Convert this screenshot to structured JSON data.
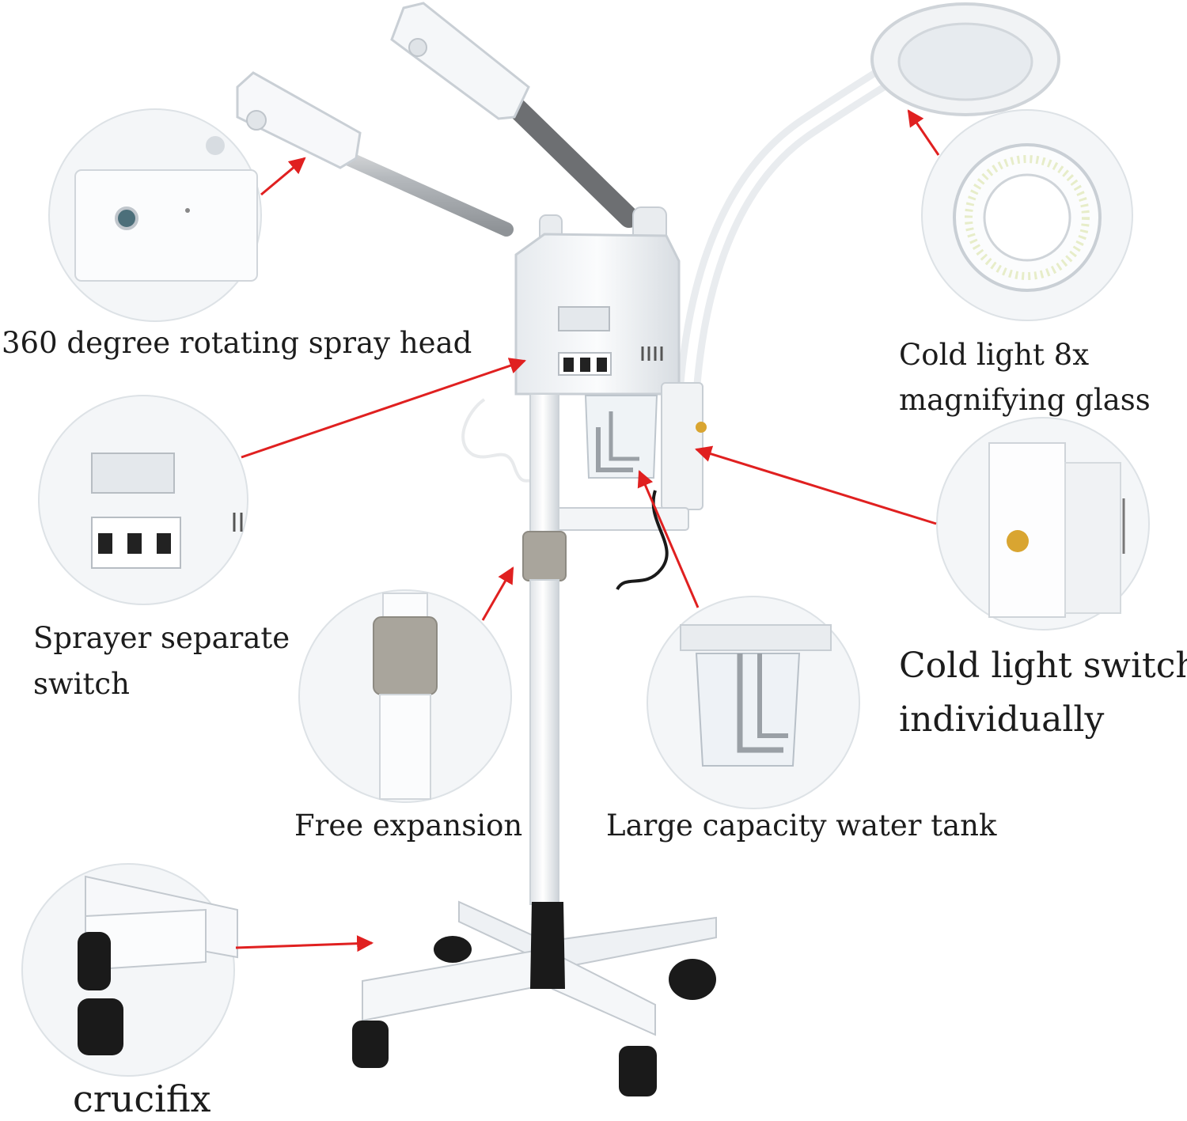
{
  "labels": {
    "spray_head": "360 degree rotating spray head",
    "glass_line1": "Cold light 8x",
    "glass_line2": "magnifying glass",
    "sprayer_line1": "Sprayer separate",
    "sprayer_line2": "switch",
    "switch_line1": "Cold light switch",
    "switch_line2": "individually",
    "free_expansion": "Free expansion",
    "water_tank": "Large capacity water tank",
    "crucifix": "crucifix"
  },
  "colors": {
    "arrow": "#e02020",
    "device_white": "#f4f6f8",
    "device_shade": "#d6dbe0",
    "caster_black": "#1a1a1a",
    "brass": "#d9a531",
    "nut_gray": "#a9a59c"
  }
}
